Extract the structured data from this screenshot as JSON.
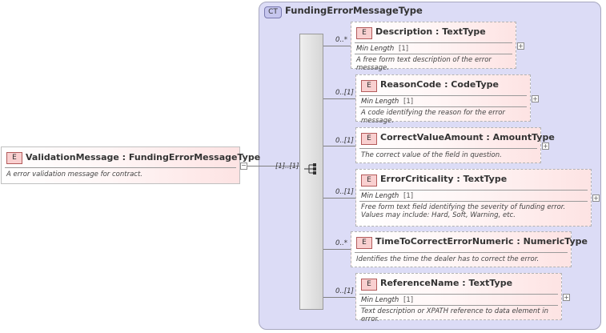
{
  "root": {
    "badge": "E",
    "title": "ValidationMessage : FundingErrorMessageType",
    "doc": "A error validation message for contract.",
    "cardinality": "[1]..[1]"
  },
  "complex_type": {
    "badge": "CT",
    "name": "FundingErrorMessageType"
  },
  "elements": [
    {
      "badge": "E",
      "title": "Description : TextType",
      "cardinality": "0..*",
      "facet_label": "Min Length",
      "facet_value": "[1]",
      "doc": "A free form text description of the error message."
    },
    {
      "badge": "E",
      "title": "ReasonCode : CodeType",
      "cardinality": "0..[1]",
      "facet_label": "Min Length",
      "facet_value": "[1]",
      "doc": "A code identifying the reason for the error message."
    },
    {
      "badge": "E",
      "title": "CorrectValueAmount : AmountType",
      "cardinality": "0..[1]",
      "doc": "The correct value of the field in question."
    },
    {
      "badge": "E",
      "title": "ErrorCriticality : TextType",
      "cardinality": "0..[1]",
      "facet_label": "Min Length",
      "facet_value": "[1]",
      "doc": "Free form text field identifying the severity of funding error. Values may include: Hard, Soft, Warning, etc."
    },
    {
      "badge": "E",
      "title": "TimeToCorrectErrorNumeric : NumericType",
      "cardinality": "0..*",
      "doc": "Identifies the time the dealer has to correct the error."
    },
    {
      "badge": "E",
      "title": "ReferenceName : TextType",
      "cardinality": "0..[1]",
      "facet_label": "Min Length",
      "facet_value": "[1]",
      "doc": "Text description or XPATH reference to data element in error."
    }
  ],
  "icons": {
    "expand": "+",
    "collapse": "−",
    "sequence": "sequence-icon"
  }
}
